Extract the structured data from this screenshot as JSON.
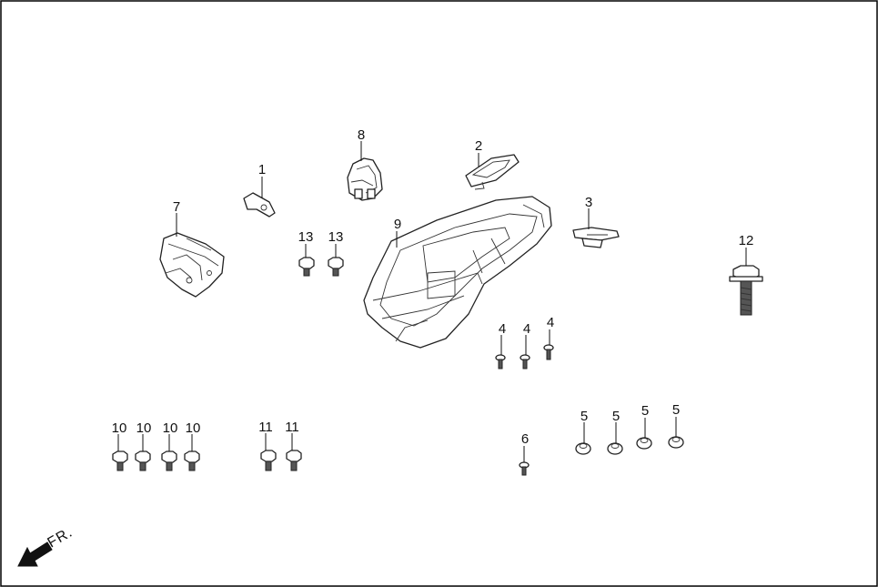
{
  "callouts": {
    "p1": "1",
    "p2": "2",
    "p3": "3",
    "p4a": "4",
    "p4b": "4",
    "p4c": "4",
    "p5a": "5",
    "p5b": "5",
    "p5c": "5",
    "p5d": "5",
    "p6": "6",
    "p7": "7",
    "p8": "8",
    "p9": "9",
    "p10a": "10",
    "p10b": "10",
    "p10c": "10",
    "p10d": "10",
    "p11a": "11",
    "p11b": "11",
    "p12": "12",
    "p13a": "13",
    "p13b": "13"
  },
  "direction": {
    "label": "FR."
  }
}
